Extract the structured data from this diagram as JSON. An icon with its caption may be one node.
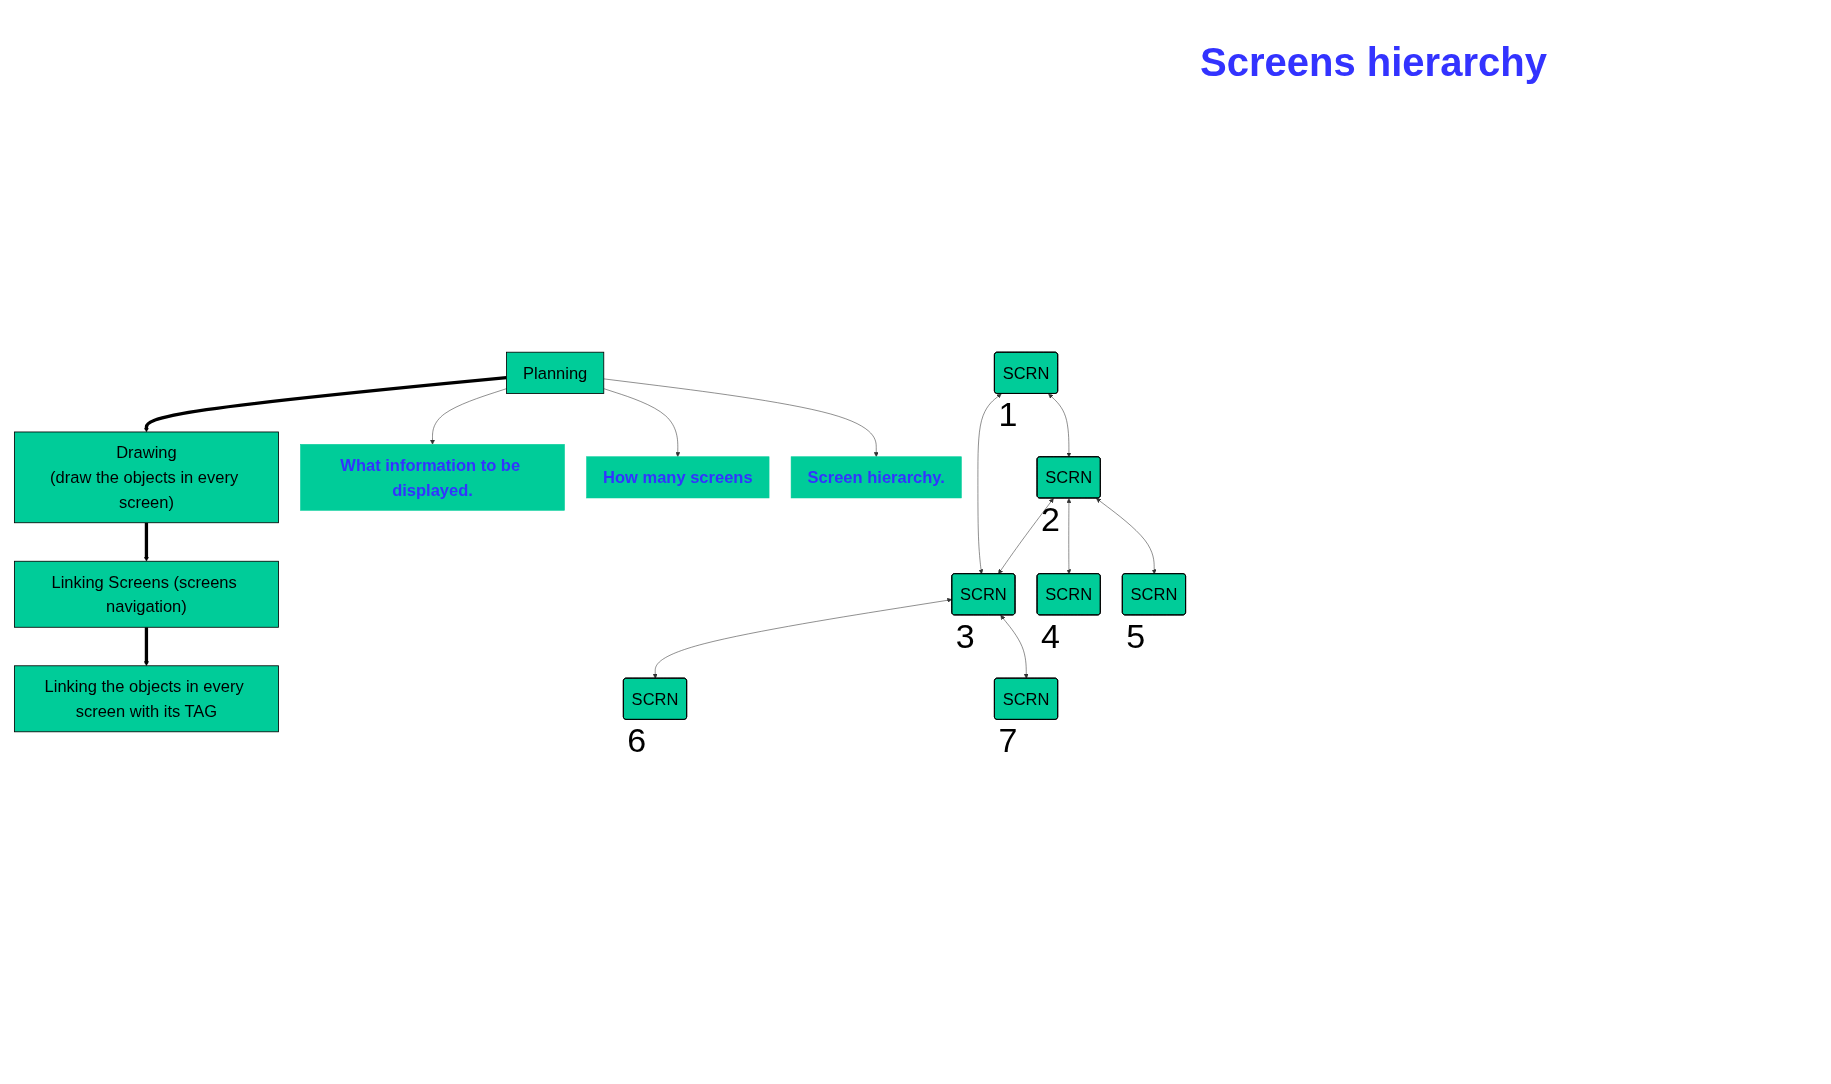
{
  "diagram": {
    "nodes": [
      {
        "text": [
          "Planning"
        ]
      },
      {
        "text": [
          "Drawing",
          "(draw the objects in every screen)"
        ]
      },
      {
        "text": [
          "Linking Screens (screens navigation)"
        ]
      },
      {
        "text": [
          "Linking the objects in every screen with its TAG"
        ]
      },
      {
        "text": [
          "What information to be displayed."
        ]
      },
      {
        "text": [
          "How many screens"
        ]
      },
      {
        "text": [
          "Screen hierarchy."
        ]
      },
      {
        "text": [
          "SCRN"
        ],
        "beside": [
          "1"
        ]
      },
      {
        "text": [
          "SCRN"
        ],
        "beside": [
          "2"
        ]
      },
      {
        "text": [
          "SCRN"
        ],
        "beside": [
          "3"
        ]
      },
      {
        "text": [
          "SCRN"
        ],
        "beside": [
          "4"
        ]
      },
      {
        "text": [
          "SCRN"
        ],
        "beside": [
          "5"
        ]
      },
      {
        "text": [
          "SCRN"
        ],
        "beside": [
          "6"
        ]
      },
      {
        "text": [
          "SCRN"
        ],
        "beside": [
          "7"
        ]
      }
    ],
    "edges": [
      {
        "from": 0,
        "to": 1,
        "arrow": "to",
        "style": "thick"
      },
      {
        "from": 1,
        "to": 2,
        "arrow": "to",
        "style": "thick"
      },
      {
        "from": 2,
        "to": 3,
        "arrow": "to",
        "style": "thick"
      },
      {
        "from": 0,
        "to": 4,
        "arrow": "to"
      },
      {
        "from": 0,
        "to": 5,
        "arrow": "to"
      },
      {
        "from": 0,
        "to": 6,
        "arrow": "to"
      },
      {
        "from": 7,
        "to": 8,
        "arrow": "both"
      },
      {
        "from": 7,
        "to": 9,
        "arrow": "both"
      },
      {
        "from": 8,
        "to": 9,
        "arrow": "both"
      },
      {
        "from": 8,
        "to": 10,
        "arrow": "both"
      },
      {
        "from": 8,
        "to": 11,
        "arrow": "both"
      },
      {
        "from": 9,
        "to": 12,
        "arrow": "both"
      },
      {
        "from": 9,
        "to": 13,
        "arrow": "both"
      }
    ],
    "labels": [
      "Screens hierarchy"
    ]
  }
}
